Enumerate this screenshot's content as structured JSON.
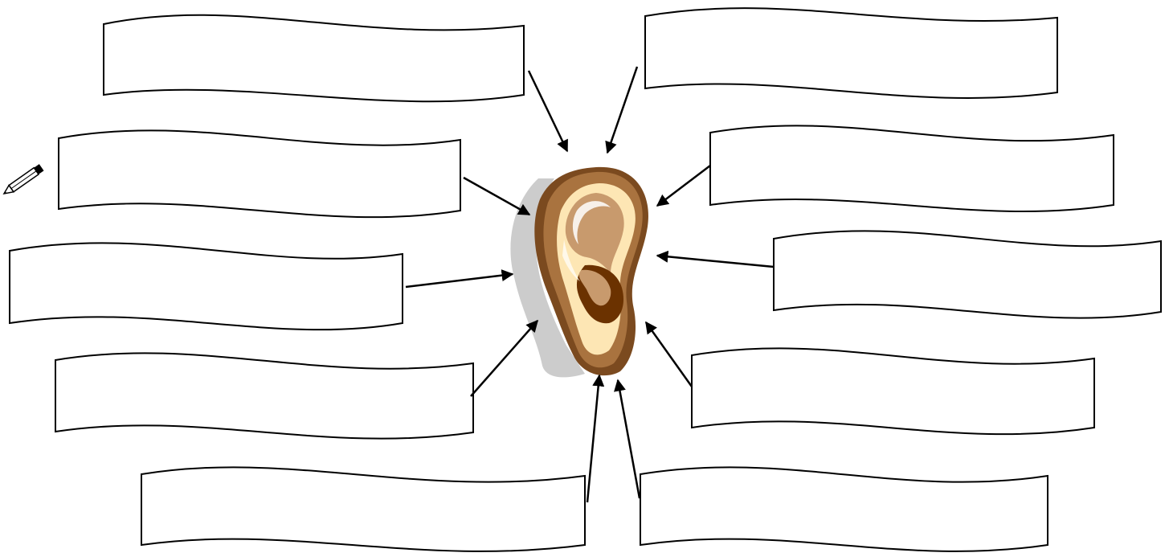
{
  "diagram": {
    "title": "",
    "banners": [
      {
        "id": "top-left",
        "text": ""
      },
      {
        "id": "top-right",
        "text": ""
      },
      {
        "id": "upper-left",
        "text": ""
      },
      {
        "id": "upper-right",
        "text": ""
      },
      {
        "id": "middle-left",
        "text": ""
      },
      {
        "id": "middle-right",
        "text": ""
      },
      {
        "id": "lower-left",
        "text": ""
      },
      {
        "id": "lower-right",
        "text": ""
      },
      {
        "id": "bottom-left",
        "text": ""
      },
      {
        "id": "bottom-right",
        "text": ""
      }
    ]
  },
  "colors": {
    "ear_shadow": "#cccccc",
    "ear_dark_brown": "#7b4a1f",
    "ear_mid_brown": "#a9733f",
    "ear_light_brown": "#c89a6d",
    "ear_cream": "#fde6b4",
    "ear_deep": "#6b3200"
  },
  "icons": {
    "pencil": "pencil-icon",
    "ear": "ear-illustration"
  }
}
